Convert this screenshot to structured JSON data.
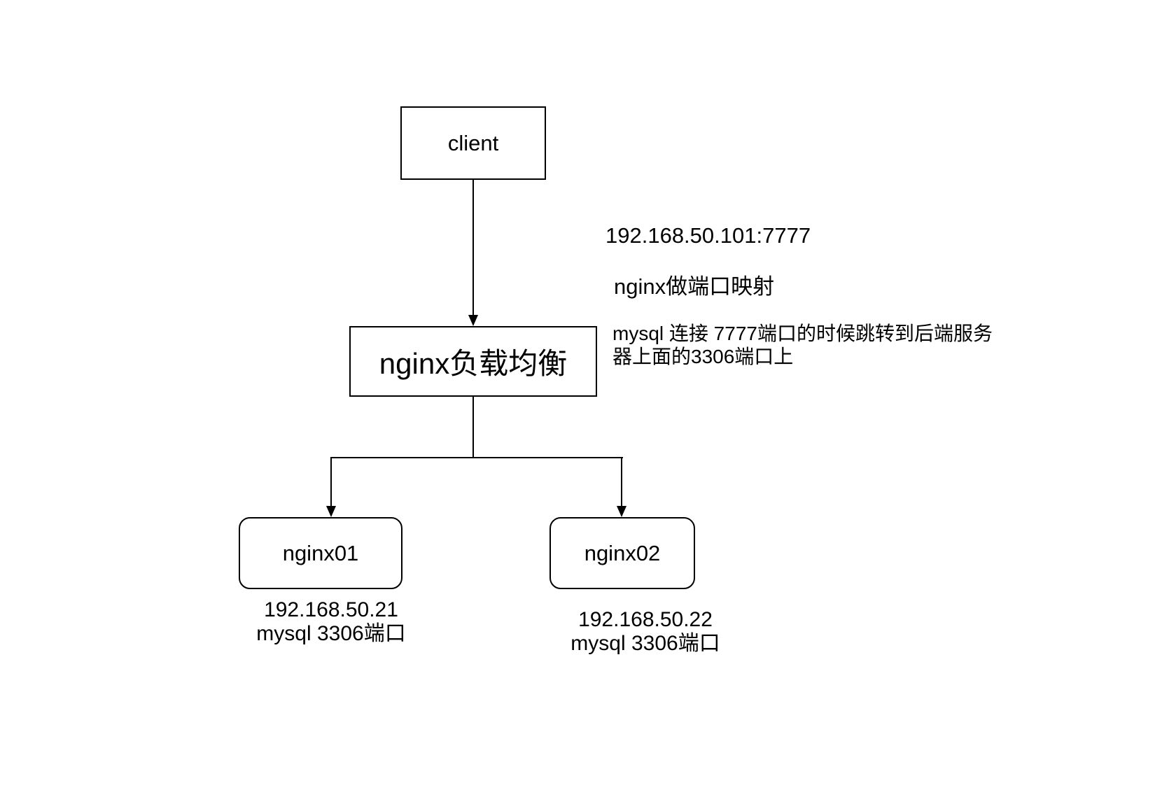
{
  "diagram": {
    "nodes": {
      "client": {
        "label": "client"
      },
      "load_balancer": {
        "label": "nginx负载均衡"
      },
      "nginx01": {
        "label": "nginx01"
      },
      "nginx02": {
        "label": "nginx02"
      }
    },
    "node_labels": {
      "nginx01_ip": "192.168.50.21",
      "nginx01_port": "mysql 3306端口",
      "nginx02_ip": "192.168.50.22",
      "nginx02_port": "mysql 3306端口"
    },
    "annotations": {
      "endpoint": "192.168.50.101:7777",
      "port_mapping": "nginx做端口映射",
      "mysql_note_line1": "mysql 连接 7777端口的时候跳转到后端服务",
      "mysql_note_line2": "器上面的3306端口上"
    },
    "colors": {
      "stroke": "#000000",
      "background": "#ffffff"
    }
  }
}
